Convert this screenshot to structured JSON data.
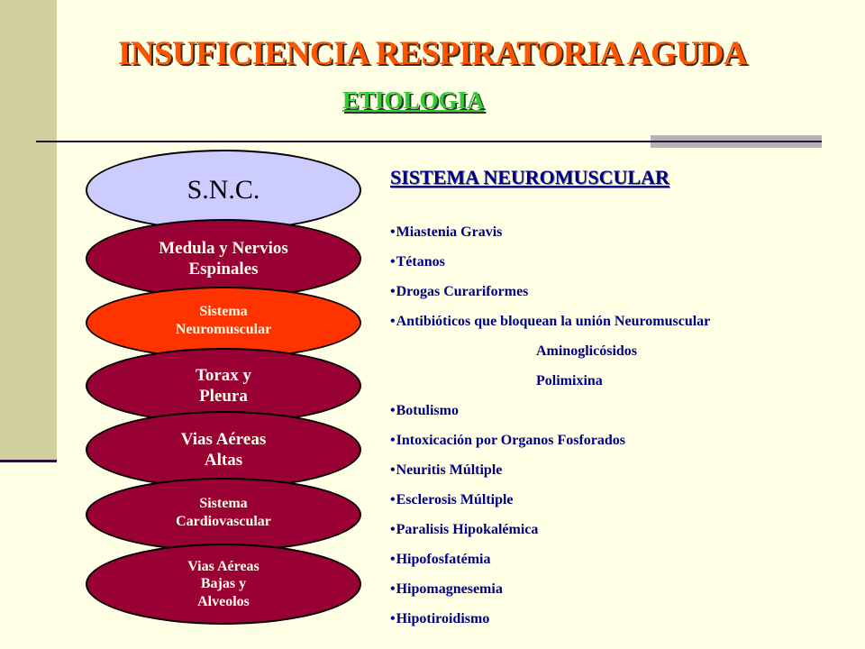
{
  "title": "INSUFICIENCIA RESPIRATORIA AGUDA",
  "subtitle": "ETIOLOGIA",
  "stack": [
    {
      "label": "S.N.C."
    },
    {
      "label": "Medula y Nervios\nEspinales"
    },
    {
      "label": "Sistema\nNeuromuscular"
    },
    {
      "label": "Torax y\nPleura"
    },
    {
      "label": "Vias Aéreas\nAltas"
    },
    {
      "label": "Sistema\nCardiovascular"
    },
    {
      "label": "Vias Aéreas\nBajas y\nAlveolos"
    }
  ],
  "section": {
    "title": "SISTEMA NEUROMUSCULAR",
    "items": [
      {
        "text": "Miastenia Gravis",
        "bullet": true
      },
      {
        "text": "Tétanos",
        "bullet": true
      },
      {
        "text": "Drogas Curariformes",
        "bullet": true
      },
      {
        "text": "Antibióticos que bloquean la unión Neuromuscular",
        "bullet": true
      },
      {
        "text": "Aminoglicósidos",
        "bullet": false
      },
      {
        "text": "Polimixina",
        "bullet": false
      },
      {
        "text": "Botulismo",
        "bullet": true
      },
      {
        "text": "Intoxicación por Organos Fosforados",
        "bullet": true
      },
      {
        "text": "Neuritis Múltiple",
        "bullet": true
      },
      {
        "text": "Esclerosis Múltiple",
        "bullet": true
      },
      {
        "text": "Paralisis Hipokalémica",
        "bullet": true
      },
      {
        "text": "Hipofosfatémia",
        "bullet": true
      },
      {
        "text": "Hipomagnesemia",
        "bullet": true
      },
      {
        "text": "Hipotiroidismo",
        "bullet": true
      }
    ]
  },
  "colors": {
    "background": "#FFFFE6",
    "title": "#FF5500",
    "subtitle": "#33CC33",
    "oval_top": "#CCCCFF",
    "oval_dark": "#990033",
    "oval_highlight": "#FF3300",
    "list_text": "#000080"
  }
}
